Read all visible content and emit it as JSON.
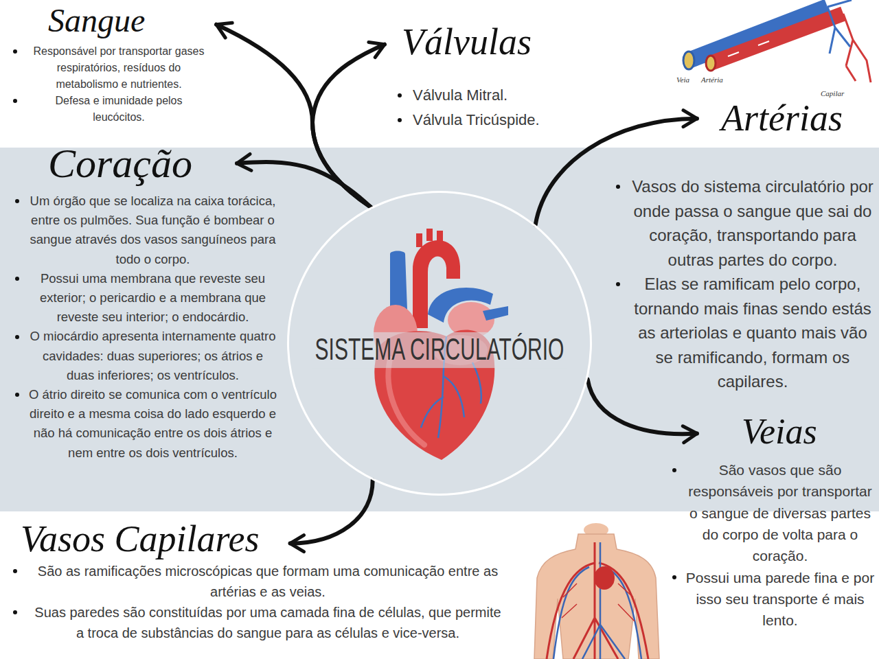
{
  "diagram": {
    "nodes": [
      {
        "text": [
          "Sangue",
          "Responsável por transportar gases respiratórios, resíduos do metabolismo e nutrientes.",
          "Defesa e imunidade pelos leucócitos."
        ]
      },
      {
        "text": [
          "Válvulas",
          "Válvula Mitral.",
          "Válvula Tricúspide."
        ]
      },
      {
        "text": [
          "Artérias",
          "Vasos do sistema circulatório por onde passa o sangue que sai do coração, transportando para outras partes do corpo.",
          "Elas se ramificam pelo corpo, tornando mais finas sendo estás as arteriolas e quanto mais vão se ramificando, formam os capilares."
        ]
      },
      {
        "text": [
          "Coração",
          "Um órgão que se localiza na caixa torácica, entre os pulmões. Sua função é bombear o sangue através dos vasos sanguíneos para todo o corpo.",
          "Possui uma membrana que reveste seu exterior; o pericardio e a membrana que reveste seu interior; o endocárdio.",
          "O miocárdio apresenta internamente quatro cavidades: duas superiores; os átrios e duas inferiores; os ventrículos.",
          "O átrio direito se comunica com o ventrículo direito e a mesma coisa do lado esquerdo e não há comunicação entre os dois átrios e nem entre os dois ventrículos."
        ]
      },
      {
        "text": [
          "SISTEMA CIRCULATÓRIO"
        ]
      },
      {
        "text": [
          "Veias",
          "São vasos que são responsáveis por transportar o sangue de diversas partes do corpo de volta para o coração.",
          "Possui uma parede fina e por isso seu transporte é mais lento."
        ]
      },
      {
        "text": [
          "Vasos Capilares",
          "São as ramificações microscópicas que formam uma comunicação entre as artérias e as veias.",
          "Suas paredes são constituídas por uma camada fina de células, que permite a troca de substâncias do sangue para as células e vice-versa."
        ]
      }
    ],
    "edges": [
      {
        "from": 4,
        "to": 0,
        "arrow": "to"
      },
      {
        "from": 4,
        "to": 1,
        "arrow": "to"
      },
      {
        "from": 4,
        "to": 3,
        "arrow": "to"
      },
      {
        "from": 4,
        "to": 2,
        "arrow": "to"
      },
      {
        "from": 4,
        "to": 5,
        "arrow": "to"
      },
      {
        "from": 4,
        "to": 6,
        "arrow": "to"
      }
    ],
    "labels": [
      "Veia",
      "Artéria",
      "Capilar"
    ]
  }
}
